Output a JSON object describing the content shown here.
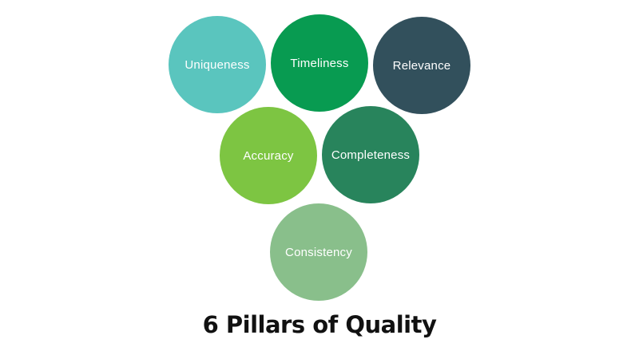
{
  "title": {
    "text": "6 Pillars of Quality",
    "color": "#111111"
  },
  "background_color": "#ffffff",
  "label_text_color": "#ffffff",
  "pillars": [
    {
      "label": "Uniqueness",
      "color": "#5AC5BE",
      "row": 1
    },
    {
      "label": "Timeliness",
      "color": "#089B51",
      "row": 1
    },
    {
      "label": "Relevance",
      "color": "#32505C",
      "row": 1
    },
    {
      "label": "Accuracy",
      "color": "#7DC542",
      "row": 2
    },
    {
      "label": "Completeness",
      "color": "#28845C",
      "row": 2
    },
    {
      "label": "Consistency",
      "color": "#89BF8B",
      "row": 3
    }
  ]
}
